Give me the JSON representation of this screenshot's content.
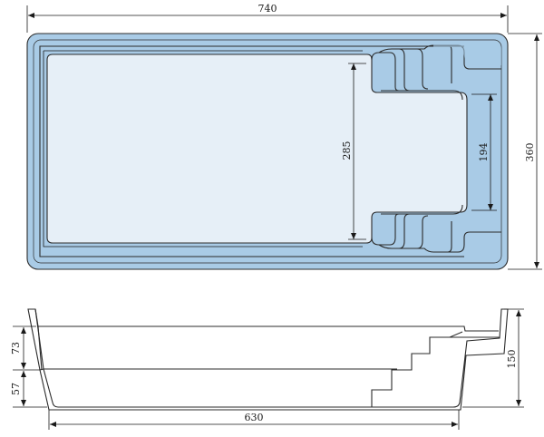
{
  "plan_view": {
    "overall_length": "740",
    "overall_width": "360",
    "inner_length": "285",
    "step_width": "194",
    "colors": {
      "rim": "#a9cbe6",
      "water": "#e6eff7",
      "outline": "#2b2b2b"
    }
  },
  "section_view": {
    "shallow_depth": "73",
    "deep_step": "57",
    "total_depth": "150",
    "bottom_length": "630"
  }
}
